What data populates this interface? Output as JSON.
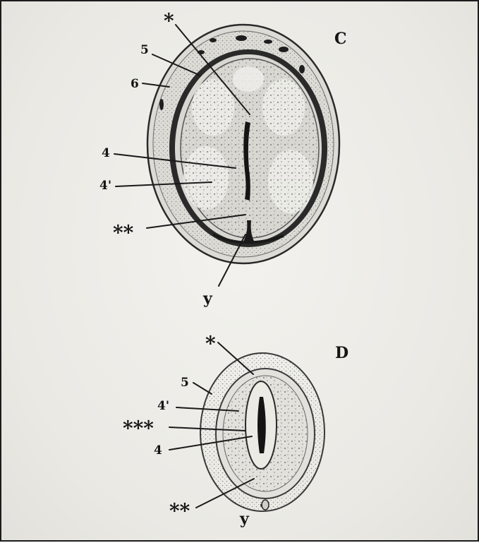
{
  "figure": {
    "panel_c": {
      "letter": "C",
      "labels": {
        "star1": "*",
        "l5": "5",
        "l6": "6",
        "l4": "4",
        "l4p": "4'",
        "star2": "**",
        "ly": "y"
      }
    },
    "panel_d": {
      "letter": "D",
      "labels": {
        "star1": "*",
        "l5": "5",
        "l4p": "4'",
        "star3": "***",
        "l4": "4",
        "star2": "**",
        "ly": "y"
      }
    },
    "colors": {
      "ink": "#141414",
      "paper": "#eeede9"
    }
  }
}
